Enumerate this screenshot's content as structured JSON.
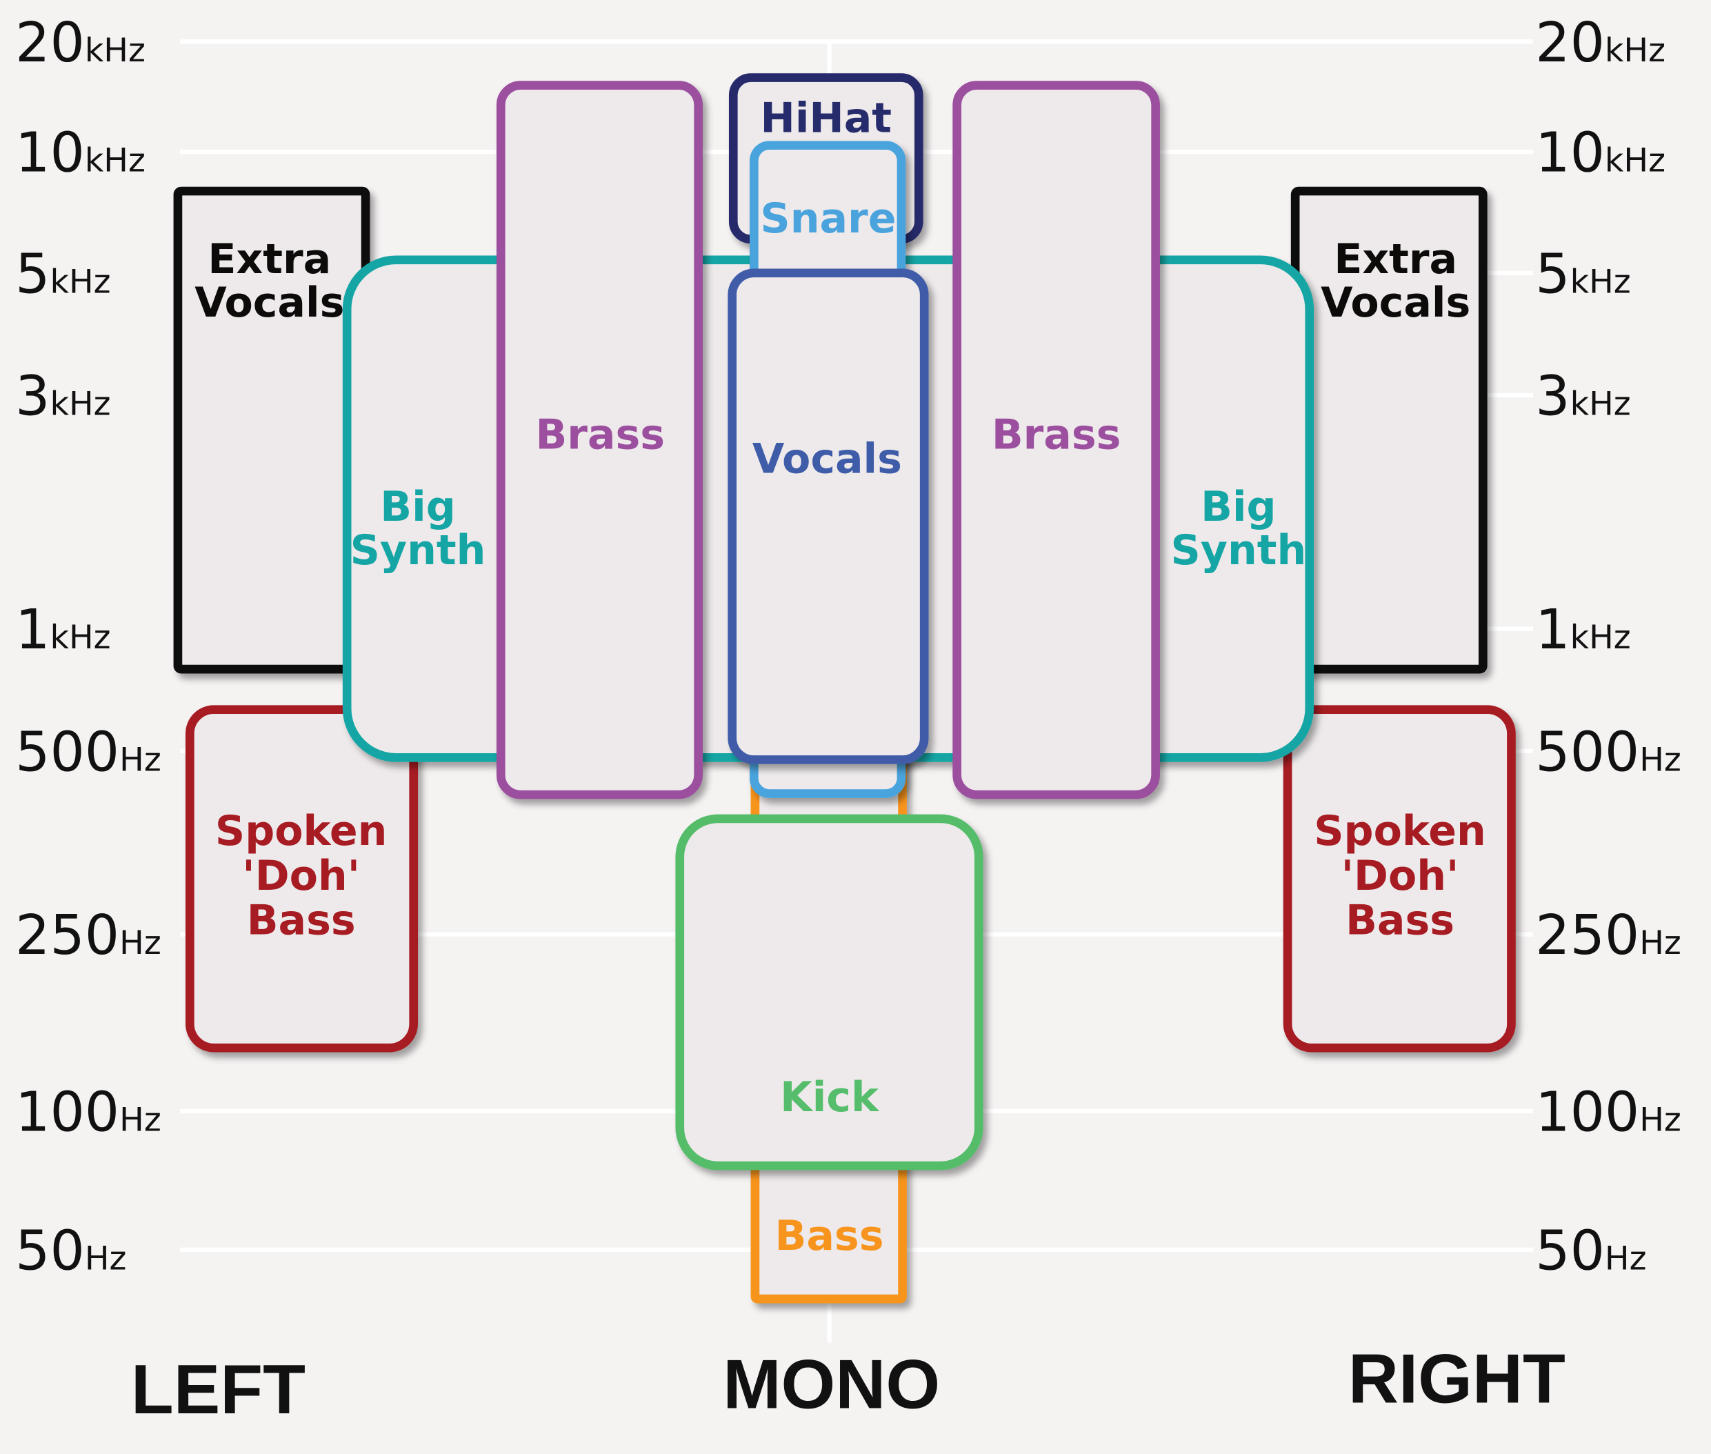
{
  "axis_labels": [
    {
      "value": "20",
      "unit": "kHz"
    },
    {
      "value": "10",
      "unit": "kHz"
    },
    {
      "value": "5",
      "unit": "kHz"
    },
    {
      "value": "3",
      "unit": "kHz"
    },
    {
      "value": "1",
      "unit": "kHz"
    },
    {
      "value": "500",
      "unit": "Hz"
    },
    {
      "value": "250",
      "unit": "Hz"
    },
    {
      "value": "100",
      "unit": "Hz"
    },
    {
      "value": "50",
      "unit": "Hz"
    }
  ],
  "channels": {
    "left": "LEFT",
    "mono": "MONO",
    "right": "RIGHT"
  },
  "instruments": {
    "extra_vocals": {
      "line1": "Extra",
      "line2": "Vocals",
      "color": "#0d0a0a"
    },
    "big_synth": {
      "line1": "Big",
      "line2": "Synth",
      "color": "#16a5a5"
    },
    "brass": {
      "label": "Brass",
      "color": "#9b4f9e"
    },
    "hihat": {
      "label": "HiHat",
      "color": "#262b6b"
    },
    "snare": {
      "label": "Snare",
      "color": "#4aa3dc"
    },
    "vocals": {
      "label": "Vocals",
      "color": "#3f5ca9"
    },
    "spoken_doh_bass": {
      "line1": "Spoken",
      "line2": "'Doh'",
      "line3": "Bass",
      "color": "#a61c22"
    },
    "kick": {
      "label": "Kick",
      "color": "#55bd6b"
    },
    "bass": {
      "label": "Bass",
      "color": "#f7941d"
    }
  }
}
